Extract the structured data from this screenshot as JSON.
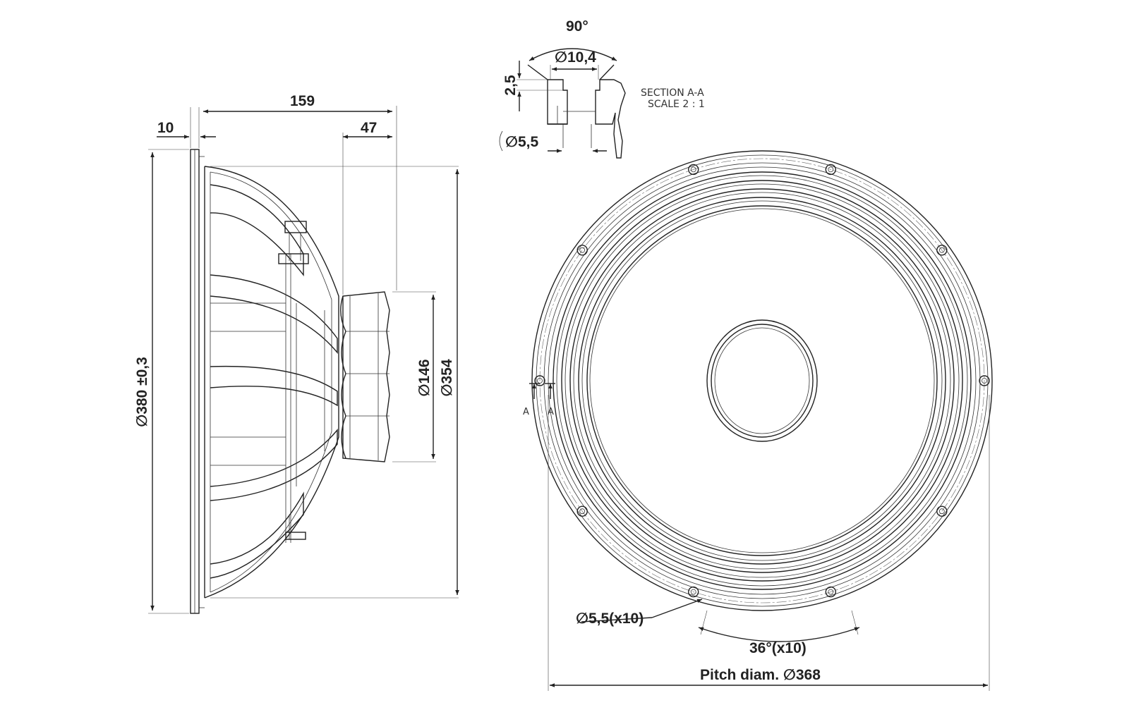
{
  "side_view": {
    "dim_flange": "10",
    "dim_depth": "159",
    "dim_magnet_depth": "47",
    "dim_outer": "∅380 ±0,3",
    "dim_magnet": "∅146",
    "dim_basket": "∅354"
  },
  "section_detail": {
    "angle": "90°",
    "diam_top": "∅10,4",
    "depth": "2,5",
    "diam_hole": "∅5,5",
    "title": "SECTION A-A",
    "scale": "SCALE 2 : 1"
  },
  "front_view": {
    "section_marker": "A",
    "hole_callout": "∅5,5(x10)",
    "angle_callout": "36°(x10)",
    "pitch_label": "Pitch diam. ∅368",
    "mounting_holes": 10,
    "hole_spacing_deg": 36
  }
}
